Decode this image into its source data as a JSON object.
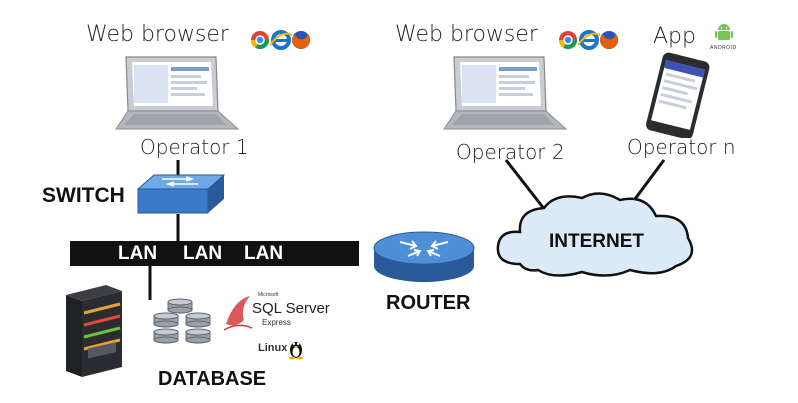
{
  "operator1": {
    "browser_label": "Web browser",
    "name": "Operator 1"
  },
  "operator2": {
    "browser_label": "Web browser",
    "name": "Operator 2"
  },
  "operatorn": {
    "app_label": "App",
    "android_label": "ANDROID",
    "name": "Operator n"
  },
  "switch_label": "SWITCH",
  "lan_labels": [
    "LAN",
    "LAN",
    "LAN"
  ],
  "router_label": "ROUTER",
  "internet_label": "INTERNET",
  "database_label": "DATABASE",
  "sql_logo": {
    "vendor": "Microsoft",
    "product": "SQL Server",
    "edition": "Express"
  },
  "linux_logo": "Linux",
  "server_label": "",
  "colors": {
    "lan_bar": "#111111",
    "switch": "#3a7bc8",
    "router": "#2f6fbf",
    "cloud_stroke": "#111111",
    "cloud_fill": "#dce9f7"
  },
  "icons": [
    "chrome-icon",
    "ie-icon",
    "firefox-icon",
    "android-icon",
    "laptop-icon",
    "smartphone-icon",
    "switch-icon",
    "router-icon",
    "server-icon",
    "database-icon"
  ]
}
